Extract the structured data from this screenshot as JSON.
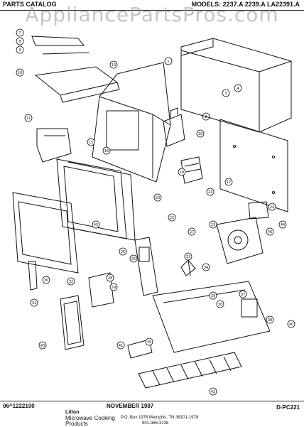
{
  "header": {
    "left": "PARTS CATALOG",
    "right": "MODELS: 2237.A 2239.A LA22391.A"
  },
  "watermark": "AppliancePartsPros.com",
  "footer": {
    "doc_number": "06^1222100",
    "date": "NOVEMBER 1987",
    "code": "D-PC221",
    "brand": "Litton",
    "product_line": "Microwave Cooking Products",
    "address": "P.O. Box 1978 Memphis, TN 38101-1978",
    "phone": "901-366-3138"
  },
  "callouts": [
    "7",
    "8",
    "9",
    "10",
    "13",
    "1",
    "2",
    "3",
    "4",
    "11",
    "15",
    "16",
    "18",
    "19",
    "20",
    "17",
    "21",
    "22",
    "23",
    "24",
    "25",
    "26",
    "27",
    "28",
    "29",
    "30",
    "31",
    "32",
    "33",
    "34",
    "35",
    "36",
    "37",
    "38",
    "39",
    "40",
    "41",
    "42",
    "43",
    "44",
    "45",
    "46"
  ]
}
